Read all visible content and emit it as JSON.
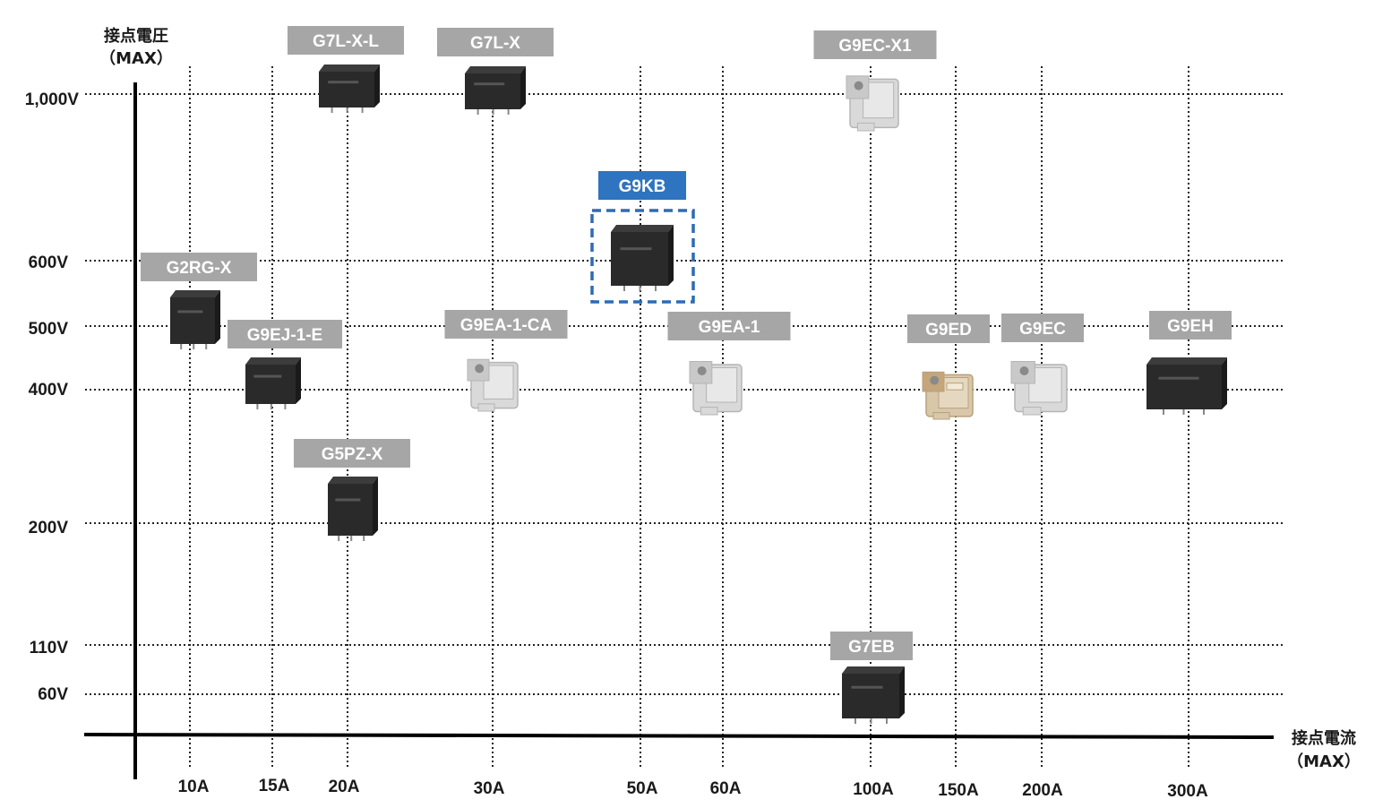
{
  "chart_data": {
    "type": "scatter",
    "ylabel": [
      "接点電圧",
      "（MAX）"
    ],
    "xlabel": [
      "接点電流",
      "（MAX）"
    ],
    "y_ticks": [
      {
        "value": 1000,
        "label": "1,000V"
      },
      {
        "value": 600,
        "label": "600V"
      },
      {
        "value": 500,
        "label": "500V"
      },
      {
        "value": 400,
        "label": "400V"
      },
      {
        "value": 200,
        "label": "200V"
      },
      {
        "value": 110,
        "label": "110V"
      },
      {
        "value": 60,
        "label": "60V"
      }
    ],
    "x_ticks": [
      {
        "value": 10,
        "label": "10A"
      },
      {
        "value": 15,
        "label": "15A"
      },
      {
        "value": 20,
        "label": "20A"
      },
      {
        "value": 30,
        "label": "30A"
      },
      {
        "value": 50,
        "label": "50A"
      },
      {
        "value": 60,
        "label": "60A"
      },
      {
        "value": 100,
        "label": "100A"
      },
      {
        "value": 150,
        "label": "150A"
      },
      {
        "value": 200,
        "label": "200A"
      },
      {
        "value": 300,
        "label": "300A"
      }
    ],
    "grid": true,
    "colors": {
      "label_bg": "#a6a6a6",
      "highlight_bg": "#2e74c0",
      "highlight_frame": "#2e6bb5",
      "relay_black": "#2a2a2a",
      "relay_gray": "#d9d9d9",
      "relay_beige": "#d9c7aa"
    },
    "points": [
      {
        "name": "G7L-X-L",
        "x": 20,
        "y": 1000,
        "style": "black"
      },
      {
        "name": "G7L-X",
        "x": 30,
        "y": 1000,
        "style": "black"
      },
      {
        "name": "G9EC-X1",
        "x": 100,
        "y": 1000,
        "style": "gray"
      },
      {
        "name": "G9KB",
        "x": 50,
        "y": 600,
        "style": "black",
        "highlight": true
      },
      {
        "name": "G2RG-X",
        "x": 10,
        "y": 500,
        "style": "black"
      },
      {
        "name": "G9EJ-1-E",
        "x": 15,
        "y": 400,
        "style": "black"
      },
      {
        "name": "G9EA-1-CA",
        "x": 30,
        "y": 400,
        "style": "gray"
      },
      {
        "name": "G9EA-1",
        "x": 60,
        "y": 400,
        "style": "gray"
      },
      {
        "name": "G9ED",
        "x": 150,
        "y": 400,
        "style": "beige"
      },
      {
        "name": "G9EC",
        "x": 200,
        "y": 400,
        "style": "gray"
      },
      {
        "name": "G9EH",
        "x": 300,
        "y": 400,
        "style": "black"
      },
      {
        "name": "G5PZ-X",
        "x": 20,
        "y": 200,
        "style": "black"
      },
      {
        "name": "G7EB",
        "x": 100,
        "y": 60,
        "style": "black"
      }
    ]
  }
}
